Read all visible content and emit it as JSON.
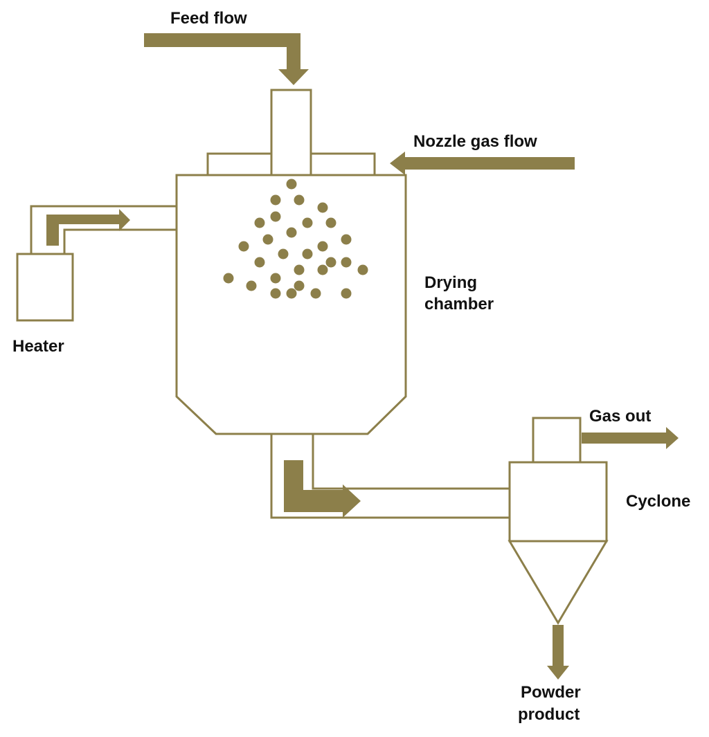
{
  "colors": {
    "accent": "#8c7f4a",
    "outline": "#8c7f4a",
    "text": "#111111",
    "background": "#ffffff"
  },
  "labels": {
    "feed_flow": "Feed flow",
    "nozzle_gas_flow": "Nozzle gas flow",
    "drying_chamber_line1": "Drying",
    "drying_chamber_line2": "chamber",
    "heater": "Heater",
    "gas_out": "Gas out",
    "cyclone": "Cyclone",
    "powder_product_line1": "Powder",
    "powder_product_line2": "product"
  }
}
